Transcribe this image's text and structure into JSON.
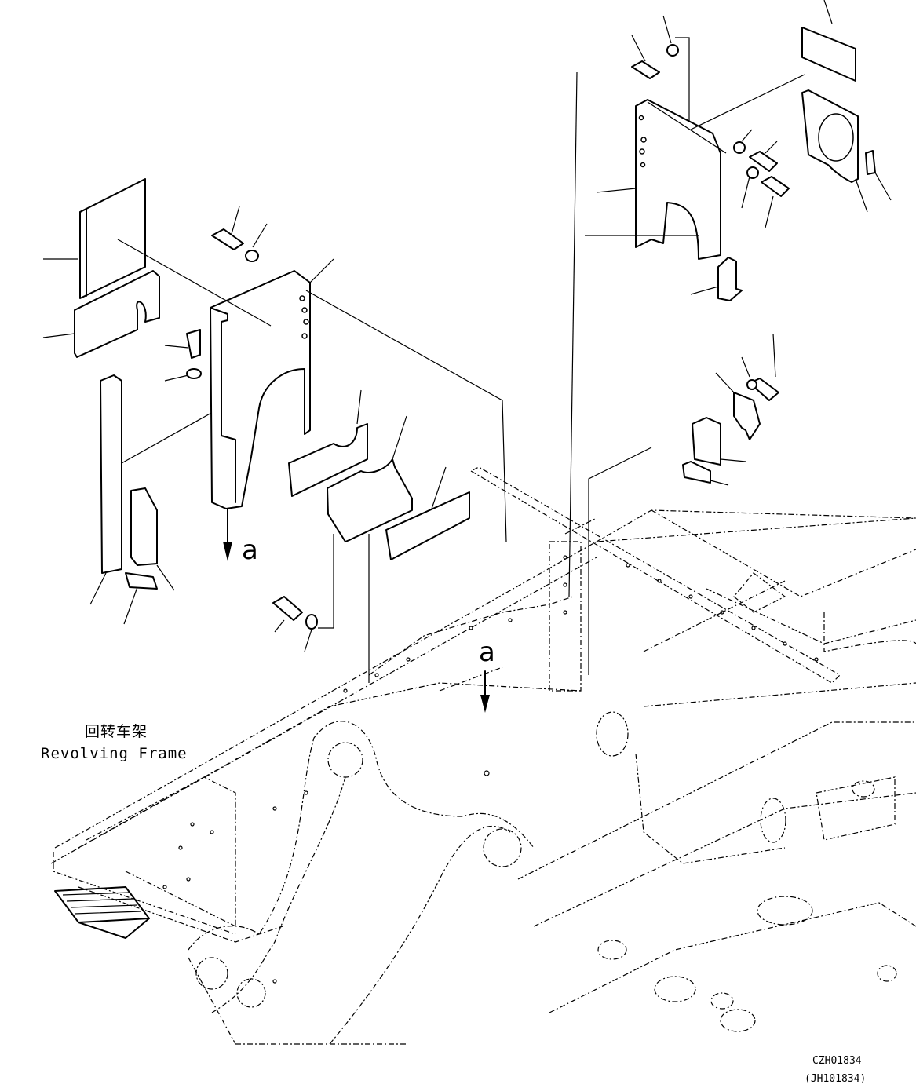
{
  "diagram": {
    "frame_label_cn": "回转车架",
    "frame_label_en": "Revolving Frame",
    "arrow_label_1": "a",
    "arrow_label_2": "a",
    "drawing_code": "CZH01834",
    "drawing_code_alt": "(JH101834)"
  }
}
